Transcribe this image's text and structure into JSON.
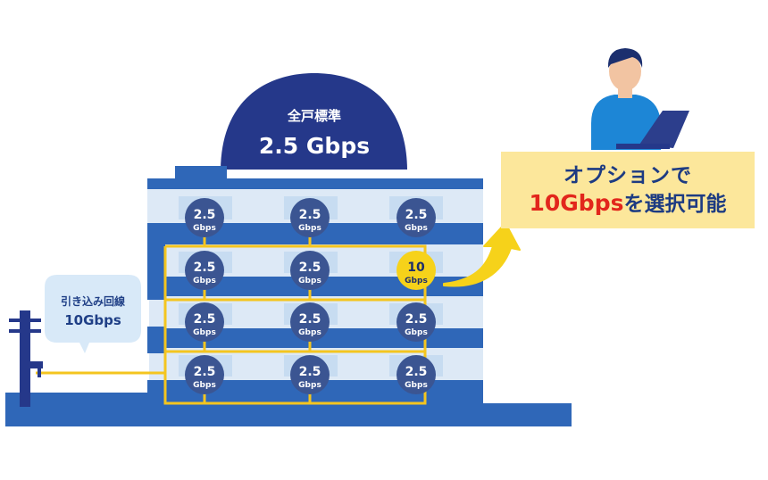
{
  "colors": {
    "navy": "#25388a",
    "floor_blue": "#2f67b8",
    "wall_light": "#dde9f6",
    "window": "#c7dcf1",
    "node_fill": "#3b5592",
    "wire": "#f4c51f",
    "highlight": "#f6d21a",
    "option_bg": "#fce79b",
    "option_text": "#1d3b82",
    "accent_red": "#e2261c",
    "bubble_bg": "#d8e9f8"
  },
  "dome": {
    "line1": "全戸標準",
    "line2": "2.5 Gbps"
  },
  "line_bubble": {
    "line1": "引き込み回線",
    "line2": "10Gbps"
  },
  "option_box": {
    "line1": "オプションで",
    "line2_accent": "10Gbps",
    "line2_rest": "を選択可能"
  },
  "standard_node": {
    "value": "2.5",
    "unit": "Gbps"
  },
  "option_node": {
    "value": "10",
    "unit": "Gbps"
  },
  "floors": 4,
  "columns": 3,
  "highlighted": {
    "floor": 1,
    "column": 2
  },
  "icons": [
    "utility-pole-icon",
    "person-with-laptop-icon",
    "arrow-icon"
  ]
}
